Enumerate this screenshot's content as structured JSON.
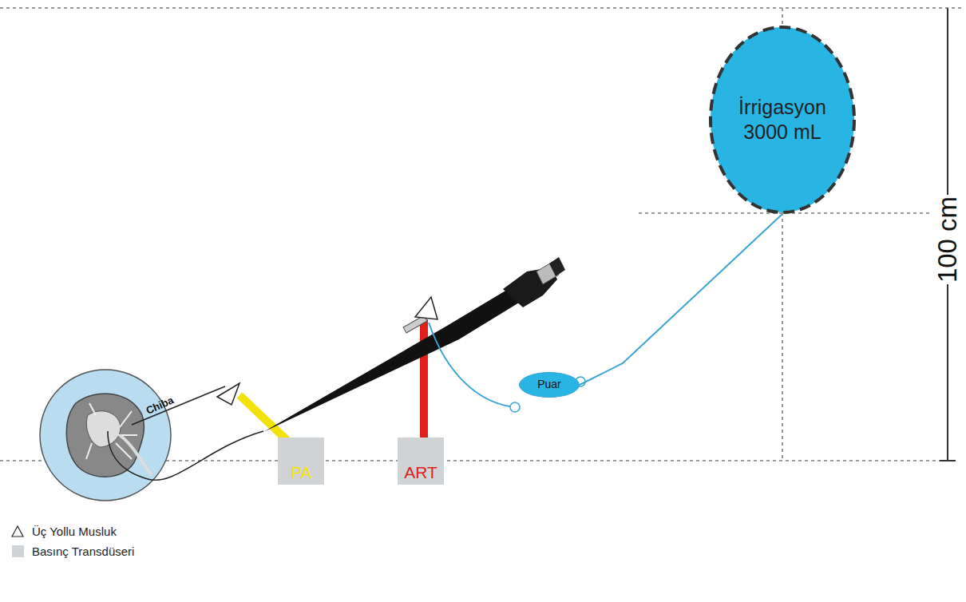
{
  "diagram": {
    "nodes": [
      {
        "text": [
          "İrrigasyon 3000 mL"
        ]
      },
      {
        "text": [
          "Puar"
        ]
      },
      {
        "text": [
          "PA"
        ]
      },
      {
        "text": [
          "ART"
        ]
      }
    ],
    "edges": [
      {
        "from": 0,
        "to": 1,
        "arrow": "none"
      }
    ],
    "labels": [
      "Chiba",
      "100 cm"
    ],
    "legend": [
      {
        "text": "Üç Yollu Musluk"
      },
      {
        "text": "Basınç Transdüseri",
        "color": "#d0d3d6"
      }
    ]
  }
}
